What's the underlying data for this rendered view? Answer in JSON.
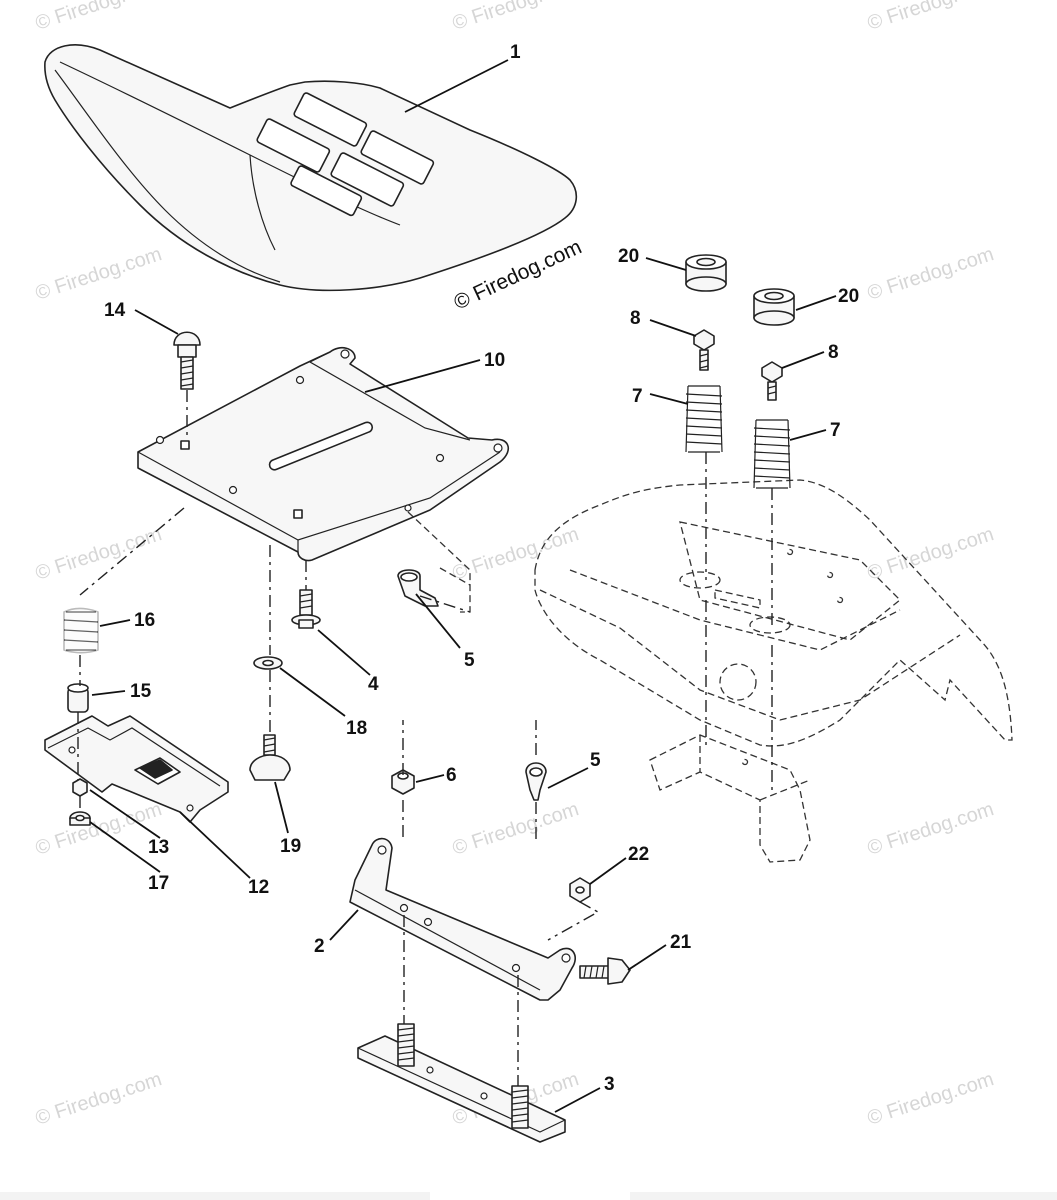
{
  "callouts": {
    "c1": "1",
    "c2": "2",
    "c3": "3",
    "c4": "4",
    "c5a": "5",
    "c5b": "5",
    "c6": "6",
    "c7a": "7",
    "c7b": "7",
    "c8a": "8",
    "c8b": "8",
    "c10": "10",
    "c12": "12",
    "c13": "13",
    "c14": "14",
    "c15": "15",
    "c16": "16",
    "c17": "17",
    "c18": "18",
    "c19": "19",
    "c20a": "20",
    "c20b": "20",
    "c21": "21",
    "c22": "22"
  },
  "brand_text": "© Firedog.com",
  "watermark_text": "© Firedog.com",
  "colors": {
    "line": "#222222",
    "fill": "#f7f7f7",
    "watermark": "#d6d6d6"
  }
}
